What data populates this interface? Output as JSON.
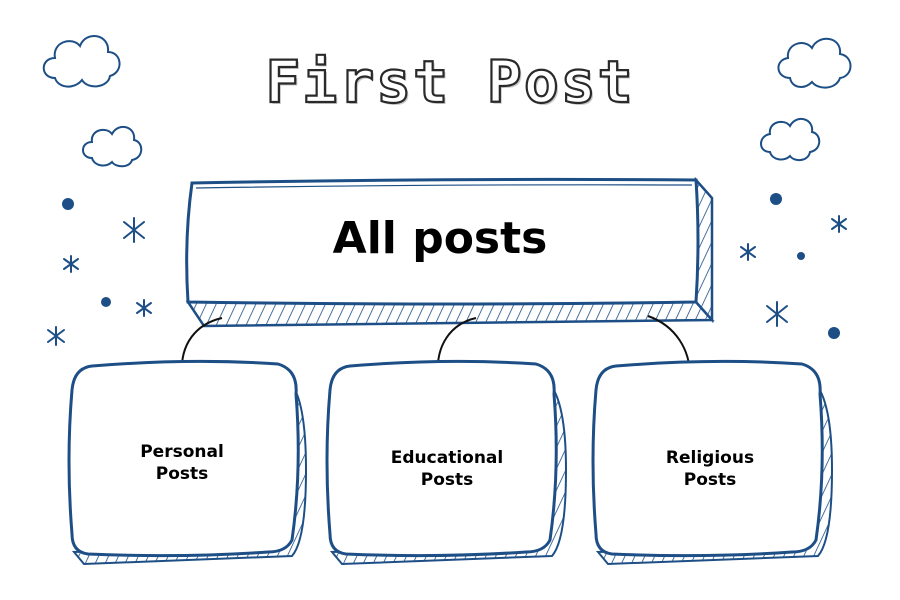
{
  "title": "First Post",
  "root": {
    "label": "All posts"
  },
  "children": [
    {
      "line1": "Personal",
      "line2": "Posts"
    },
    {
      "line1": "Educational",
      "line2": "Posts"
    },
    {
      "line1": "Religious",
      "line2": "Posts"
    }
  ],
  "colors": {
    "ink": "#1d4f86",
    "text": "#000000",
    "title_outline": "#2a2a2a"
  }
}
